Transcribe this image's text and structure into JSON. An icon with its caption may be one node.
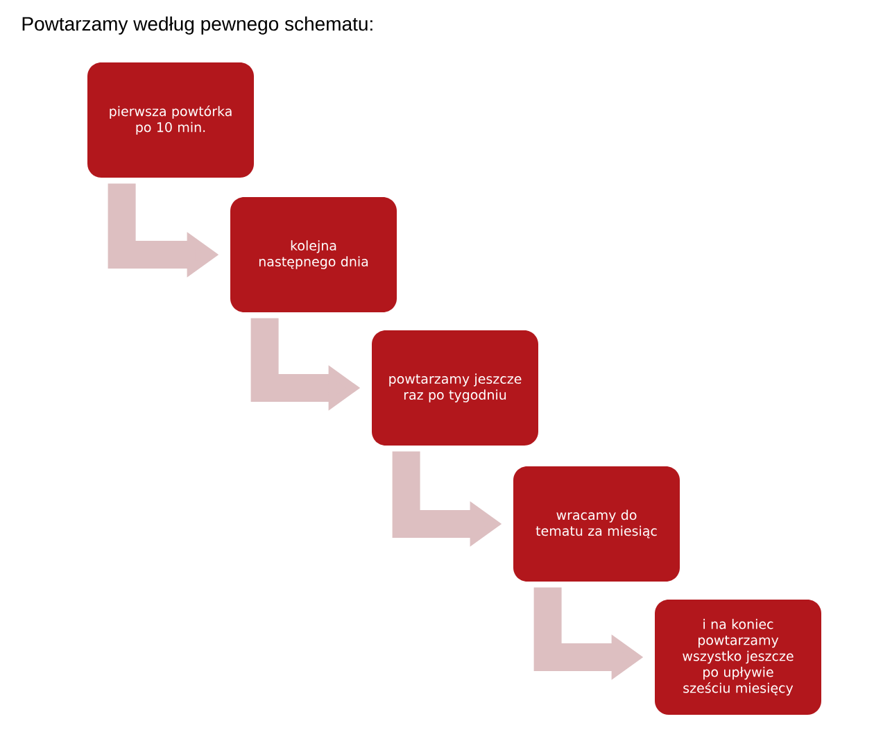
{
  "diagram": {
    "title": "Powtarzamy według pewnego schematu:",
    "nodes": [
      {
        "text": [
          "pierwsza powtórka po 10 min."
        ]
      },
      {
        "text": [
          "kolejna następnego dnia"
        ]
      },
      {
        "text": [
          "powtarzamy jeszcze raz po tygodniu"
        ]
      },
      {
        "text": [
          "wracamy do tematu za miesiąc"
        ]
      },
      {
        "text": [
          "i na koniec powtarzamy wszystko jeszcze po upływie sześciu miesięcy"
        ]
      }
    ],
    "edges": [
      {
        "from": 0,
        "to": 1,
        "arrow": "to"
      },
      {
        "from": 1,
        "to": 2,
        "arrow": "to"
      },
      {
        "from": 2,
        "to": 3,
        "arrow": "to"
      },
      {
        "from": 3,
        "to": 4,
        "arrow": "to"
      }
    ]
  }
}
